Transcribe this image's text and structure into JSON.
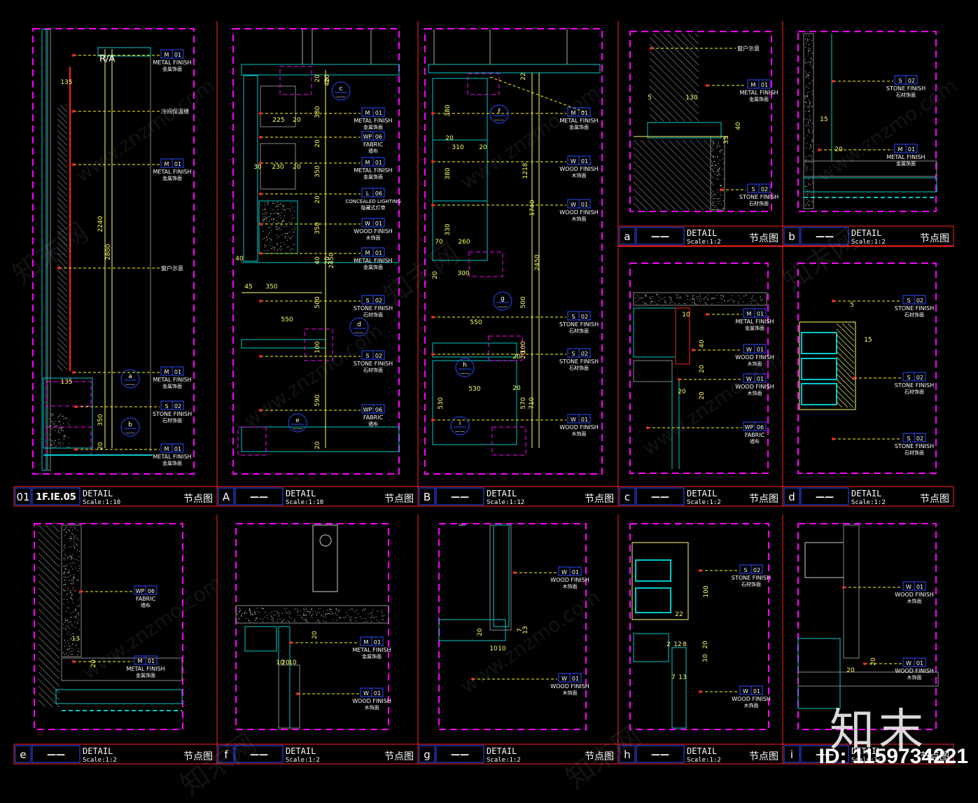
{
  "colors": {
    "frame": "#ff00ff",
    "titleBox": "#ff2222",
    "titleIdBox": "#2a4cff",
    "leader": "#ffff00",
    "geometry": "#00c8c8",
    "tag": "#ffffff",
    "dim": "#ffff66",
    "accent": "#ff2222"
  },
  "title_blocks": [
    {
      "id": "01",
      "code": "1F.IE.05",
      "title": "DETAIL",
      "scale": "Scale:1:10",
      "cn": "节点图"
    },
    {
      "id": "A",
      "code": "——",
      "title": "DETAIL",
      "scale": "Scale:1:10",
      "cn": "节点图"
    },
    {
      "id": "B",
      "code": "——",
      "title": "DETAIL",
      "scale": "Scale:1:12",
      "cn": "节点图"
    },
    {
      "id": "c",
      "code": "——",
      "title": "DETAIL",
      "scale": "Scale:1:2",
      "cn": "节点图"
    },
    {
      "id": "d",
      "code": "——",
      "title": "DETAIL",
      "scale": "Scale:1:2",
      "cn": "节点图"
    },
    {
      "id": "a",
      "code": "——",
      "title": "DETAIL",
      "scale": "Scale:1:2",
      "cn": "节点图"
    },
    {
      "id": "b",
      "code": "——",
      "title": "DETAIL",
      "scale": "Scale:1:2",
      "cn": "节点图"
    },
    {
      "id": "e",
      "code": "——",
      "title": "DETAIL",
      "scale": "Scale:1:2",
      "cn": "节点图"
    },
    {
      "id": "f",
      "code": "——",
      "title": "DETAIL",
      "scale": "Scale:1:2",
      "cn": "节点图"
    },
    {
      "id": "g",
      "code": "——",
      "title": "DETAIL",
      "scale": "Scale:1:2",
      "cn": "节点图"
    },
    {
      "id": "h",
      "code": "——",
      "title": "DETAIL",
      "scale": "Scale:1:2",
      "cn": "节点图"
    },
    {
      "id": "i",
      "code": "——",
      "title": "DETAIL",
      "scale": "Scale:1:2",
      "cn": "节点图"
    }
  ],
  "material_tags": [
    {
      "code": "M",
      "num": "01",
      "label": "METAL FINISH",
      "cn": "金属饰面"
    },
    {
      "code": "M",
      "num": "01",
      "label": "METAL FINISH",
      "cn": "金属饰面"
    },
    {
      "code": "S",
      "num": "02",
      "label": "STONE FINISH",
      "cn": "石材饰面"
    },
    {
      "code": "M",
      "num": "01",
      "label": "METAL FINISH",
      "cn": "金属饰面"
    },
    {
      "code": "M",
      "num": "01",
      "label": "METAL FINISH",
      "cn": "金属饰面"
    },
    {
      "code": "M",
      "num": "01",
      "label": "METAL FINISH",
      "cn": "金属饰面"
    },
    {
      "code": "WP",
      "num": "06",
      "label": "FABRIC",
      "cn": "墙布"
    },
    {
      "code": "M",
      "num": "01",
      "label": "METAL FINISH",
      "cn": "金属饰面"
    },
    {
      "code": "L",
      "num": "06",
      "label": "CONCEALED LIGHTING",
      "cn": "隐藏式灯带"
    },
    {
      "code": "W",
      "num": "01",
      "label": "WOOD FINISH",
      "cn": "木饰面"
    },
    {
      "code": "M",
      "num": "01",
      "label": "METAL FINISH",
      "cn": "金属饰面"
    },
    {
      "code": "S",
      "num": "02",
      "label": "STONE FINISH",
      "cn": "石材饰面"
    },
    {
      "code": "S",
      "num": "02",
      "label": "STONE FINISH",
      "cn": "石材饰面"
    },
    {
      "code": "WP",
      "num": "06",
      "label": "FABRIC",
      "cn": "墙布"
    },
    {
      "code": "M",
      "num": "01",
      "label": "METAL FINISH",
      "cn": "金属饰面"
    },
    {
      "code": "W",
      "num": "01",
      "label": "WOOD FINISH",
      "cn": "木饰面"
    },
    {
      "code": "W",
      "num": "01",
      "label": "WOOD FINISH",
      "cn": "木饰面"
    },
    {
      "code": "S",
      "num": "02",
      "label": "STONE FINISH",
      "cn": "石材饰面"
    },
    {
      "code": "S",
      "num": "02",
      "label": "STONE FINISH",
      "cn": "石材饰面"
    },
    {
      "code": "W",
      "num": "01",
      "label": "WOOD FINISH",
      "cn": "木饰面"
    },
    {
      "code": "M",
      "num": "01",
      "label": "METAL FINISH",
      "cn": "金属饰面"
    },
    {
      "code": "S",
      "num": "02",
      "label": "STONE FINISH",
      "cn": "石材饰面"
    },
    {
      "code": "S",
      "num": "02",
      "label": "STONE FINISH",
      "cn": "石材饰面"
    },
    {
      "code": "M",
      "num": "01",
      "label": "METAL FINISH",
      "cn": "金属饰面"
    },
    {
      "code": "M",
      "num": "01",
      "label": "METAL FINISH",
      "cn": "金属饰面"
    },
    {
      "code": "W",
      "num": "01",
      "label": "WOOD FINISH",
      "cn": "木饰面"
    },
    {
      "code": "W",
      "num": "01",
      "label": "WOOD FINISH",
      "cn": "木饰面"
    },
    {
      "code": "WP",
      "num": "06",
      "label": "FABRIC",
      "cn": "墙布"
    },
    {
      "code": "S",
      "num": "02",
      "label": "STONE FINISH",
      "cn": "石材饰面"
    },
    {
      "code": "S",
      "num": "02",
      "label": "STONE FINISH",
      "cn": "石材饰面"
    },
    {
      "code": "S",
      "num": "02",
      "label": "STONE FINISH",
      "cn": "石材饰面"
    },
    {
      "code": "WP",
      "num": "06",
      "label": "FABRIC",
      "cn": "墙布"
    },
    {
      "code": "M",
      "num": "01",
      "label": "METAL FINISH",
      "cn": "金属饰面"
    },
    {
      "code": "M",
      "num": "01",
      "label": "METAL FINISH",
      "cn": "金属饰面"
    },
    {
      "code": "W",
      "num": "01",
      "label": "WOOD FINISH",
      "cn": "木饰面"
    },
    {
      "code": "W",
      "num": "01",
      "label": "WOOD FINISH",
      "cn": "木饰面"
    },
    {
      "code": "W",
      "num": "01",
      "label": "WOOD FINISH",
      "cn": "木饰面"
    },
    {
      "code": "S",
      "num": "02",
      "label": "STONE FINISH",
      "cn": "石材饰面"
    },
    {
      "code": "W",
      "num": "01",
      "label": "WOOD FINISH",
      "cn": "木饰面"
    },
    {
      "code": "W",
      "num": "01",
      "label": "WOOD FINISH",
      "cn": "木饰面"
    },
    {
      "code": "W",
      "num": "01",
      "label": "WOOD FINISH",
      "cn": "木饰面"
    }
  ],
  "simple_notes": [
    "R/A",
    "冷间保温缝",
    "窗户示意",
    "窗户示意"
  ],
  "dimensions": [
    "135",
    "2240",
    "2800",
    "135",
    "350",
    "20",
    "20",
    "20",
    "40",
    "380",
    "225",
    "20",
    "20",
    "30",
    "230",
    "20",
    "350",
    "20",
    "350",
    "40",
    "40",
    "20",
    "2450",
    "45",
    "350",
    "500",
    "550",
    "100",
    "590",
    "20",
    "22",
    "380",
    "20",
    "310",
    "20",
    "380",
    "1218",
    "1740",
    "330",
    "70",
    "260",
    "300",
    "20",
    "2450",
    "550",
    "20",
    "100",
    "20",
    "530",
    "570",
    "710",
    "530",
    "500",
    "20",
    "130",
    "5",
    "35",
    "40",
    "15",
    "20",
    "5",
    "15",
    "10",
    "40",
    "20",
    "20",
    "20",
    "13",
    "20",
    "20",
    "10",
    "20",
    "10",
    "20",
    "7",
    "13",
    "10",
    "10",
    "100",
    "22",
    "2",
    "12",
    "8",
    "20",
    "10",
    "7",
    "13",
    "20",
    "20"
  ],
  "callouts": [
    "a",
    "b",
    "c",
    "d",
    "e",
    "f",
    "g",
    "h",
    "i"
  ],
  "watermark": "www.znzmo.com",
  "watermark_cn": "知末网",
  "brand": "知末",
  "id_label": "ID: 1159734221"
}
